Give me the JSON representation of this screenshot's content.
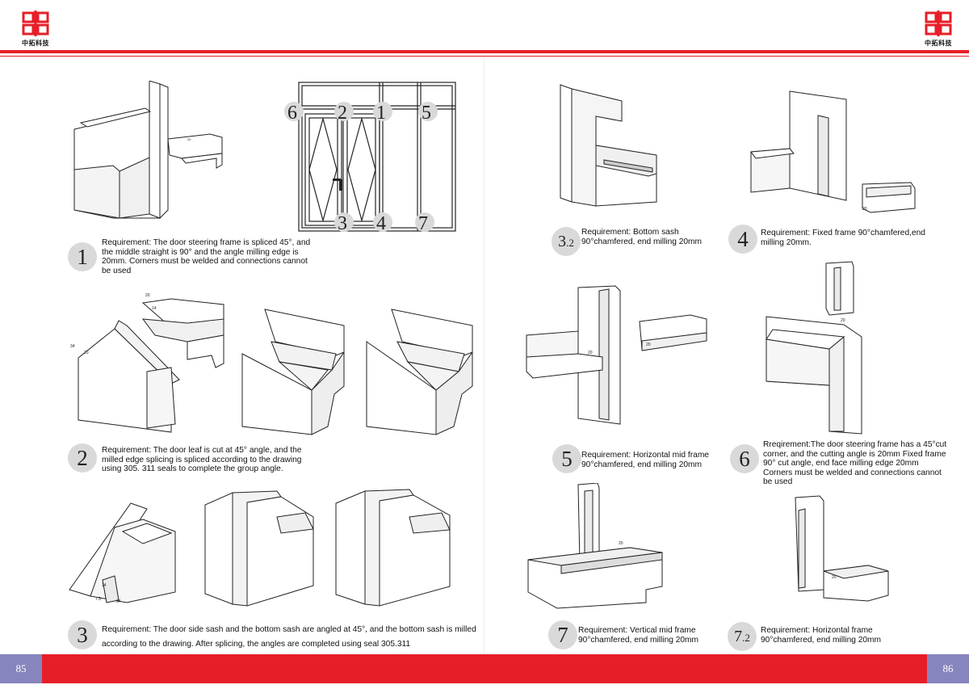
{
  "brand": {
    "name": "中拓科技",
    "accent_color": "#e61e28",
    "page_bar_color": "#8785bd"
  },
  "pages": {
    "left_number": "85",
    "right_number": "86"
  },
  "door_diagram": {
    "labels": [
      "6",
      "2",
      "1",
      "5",
      "3",
      "4",
      "7"
    ]
  },
  "items": [
    {
      "number": "1",
      "text": "Requirement: The door steering frame is spliced 45°, and the middle straight is 90° and the angle milling edge is 20mm. Corners must be welded and connections cannot be used"
    },
    {
      "number": "2",
      "text": "Requirement: The door leaf is cut at 45° angle, and the milled edge splicing is spliced according to the drawing using 305. 311 seals to complete the group angle."
    },
    {
      "number": "3",
      "text_line1": "Requirement: The door side sash and the bottom sash are angled at 45°, and the bottom sash is milled",
      "text_line2": "according to the drawing. After splicing, the angles are completed using seal 305.311"
    },
    {
      "number": "3",
      "sub": ".2",
      "text": "Requirement: Bottom sash 90°chamfered, end milling 20mm"
    },
    {
      "number": "4",
      "text": "Requirement: Fixed frame 90°chamfered,end milling 20mm."
    },
    {
      "number": "5",
      "text": "Requirement: Horizontal mid frame 90°chamfered, end milling 20mm"
    },
    {
      "number": "6",
      "text": "Rreqirement:The door steering frame has a 45°cut corner, and the cutting angle is 20mm Fixed frame 90° cut angle, end face milling edge 20mm Corners must be welded and connections cannot be used"
    },
    {
      "number": "7",
      "text": "Requirement: Vertical mid frame 90°chamfered, end milling 20mm"
    },
    {
      "number": "7",
      "sub": ".2",
      "text": "Requirement: Horizontal frame 90°chamfered,  end milling 20mm"
    }
  ],
  "dimension_labels": [
    "20",
    "14",
    "7.5",
    "34"
  ]
}
